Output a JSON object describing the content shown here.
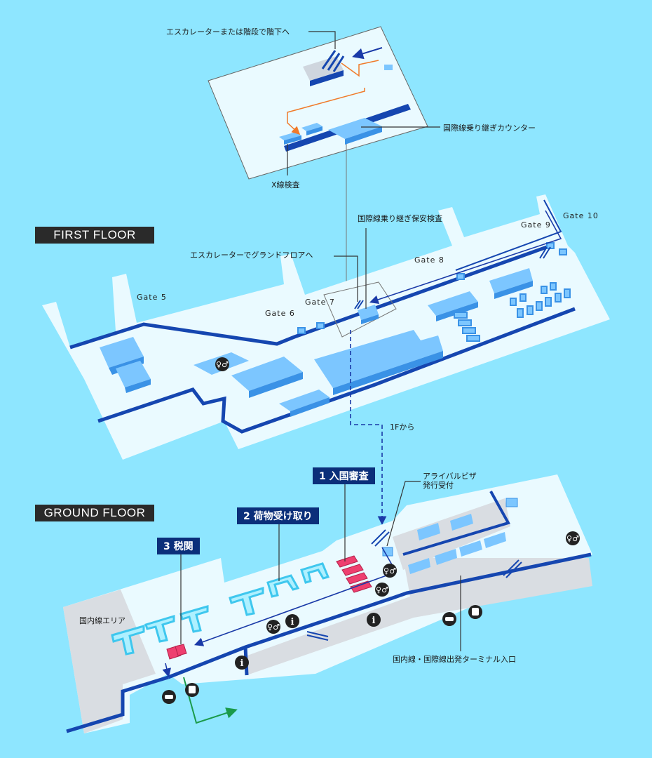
{
  "floors": {
    "first_floor": "FIRST FLOOR",
    "ground_floor": "GROUND FLOOR"
  },
  "gates": [
    "Gate 5",
    "Gate 6",
    "Gate 7",
    "Gate 8",
    "Gate 9",
    "Gate 10"
  ],
  "upper_inset": {
    "escalator_down": "エスカレーターまたは階段で階下へ",
    "transfer_counter": "国際線乗り継ぎカウンター",
    "xray": "X線検査"
  },
  "first_floor_labels": {
    "security": "国際線乗り継ぎ保安検査",
    "escalator_ground": "エスカレーターでグランドフロアへ",
    "from_1f": "1Fから"
  },
  "ground_floor_labels": {
    "step1": "1 入国審査",
    "step2": "2 荷物受け取り",
    "step3": "3 税関",
    "visa": "アライバルビザ\n発行受付",
    "domestic_area": "国内線エリア",
    "terminal_entrance": "国内線・国際線出発ターミナル入口"
  },
  "icons": {
    "info": "i",
    "restroom": "restroom-icon",
    "taxi": "taxi-icon",
    "bus": "bus-icon"
  },
  "colors": {
    "background": "#8ee6ff",
    "floor": "#eafaff",
    "wall": "#1546b0",
    "block_top": "#7cc6ff",
    "block_side": "#3a92e6",
    "route": "#1a3aa8",
    "orange_route": "#f07a2a",
    "checkpoint": "#ee3f6f",
    "green_exit": "#1a9a4a"
  }
}
